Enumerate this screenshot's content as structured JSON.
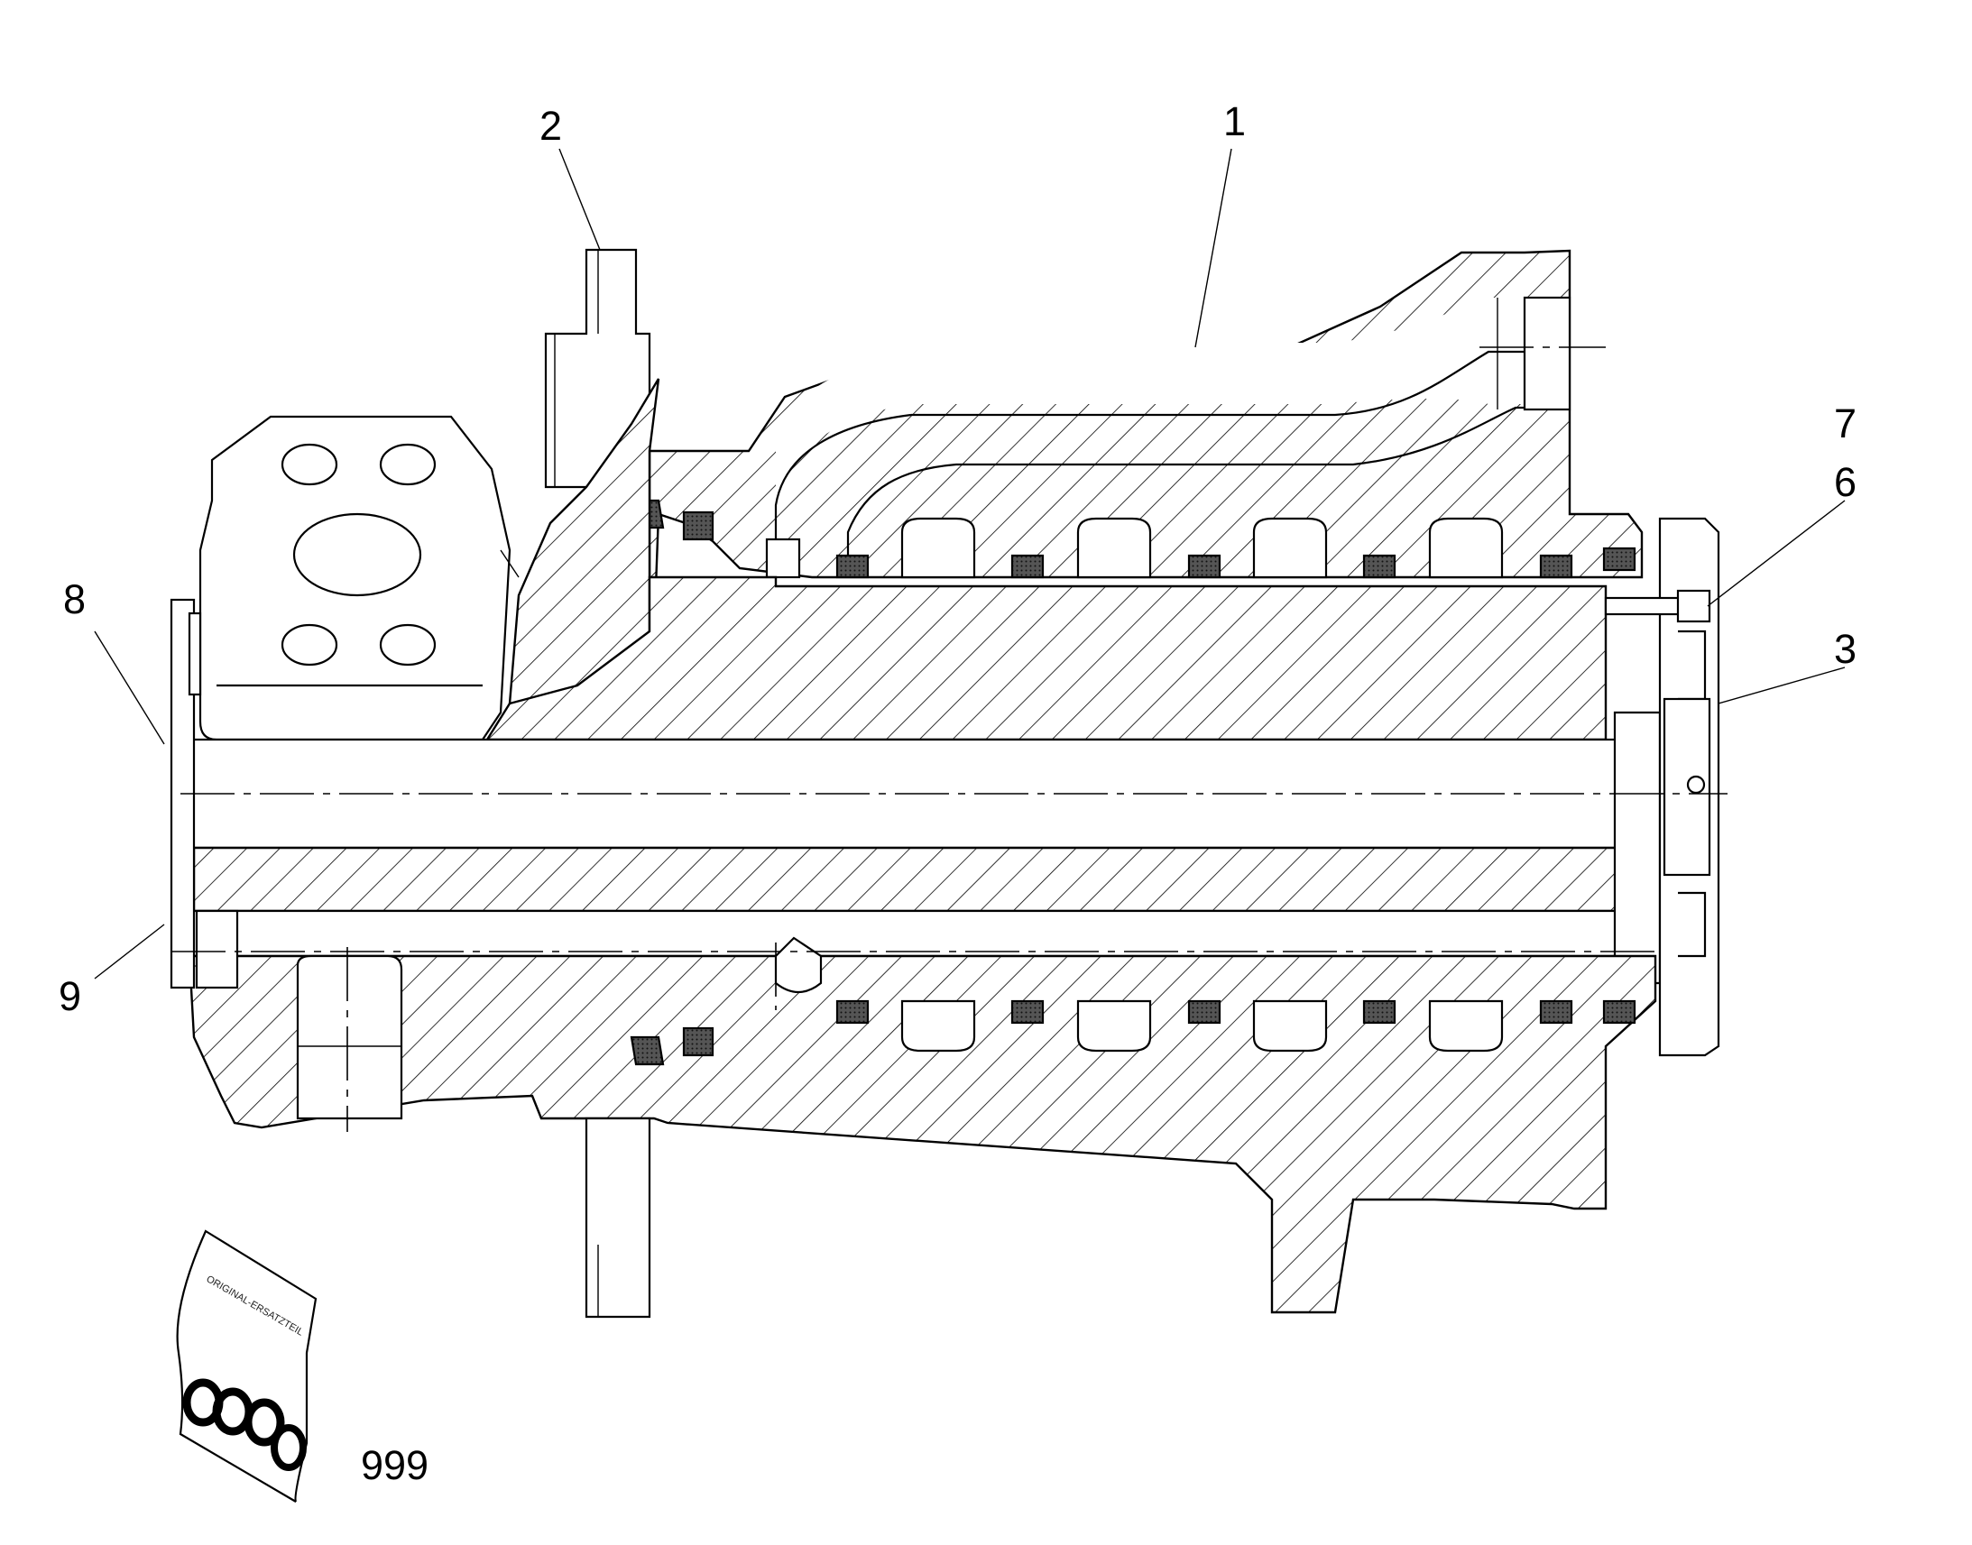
{
  "diagram": {
    "callouts": [
      {
        "id": "1",
        "label": "1"
      },
      {
        "id": "2",
        "label": "2"
      },
      {
        "id": "3",
        "label": "3"
      },
      {
        "id": "6",
        "label": "6"
      },
      {
        "id": "7",
        "label": "7"
      },
      {
        "id": "8",
        "label": "8"
      },
      {
        "id": "9",
        "label": "9"
      },
      {
        "id": "999",
        "label": "999"
      }
    ],
    "seal_kit_bag_text": "ORIGINAL-ERSATZTEIL"
  }
}
